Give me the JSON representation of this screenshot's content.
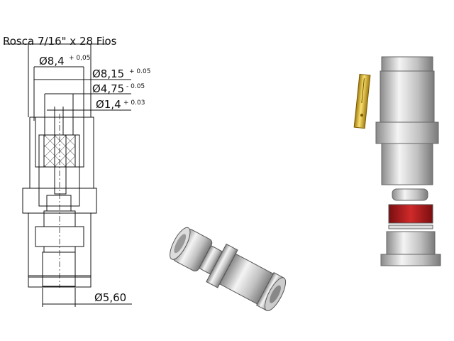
{
  "drawing": {
    "thread_label": "Rosca 7/16\" x 28 Fios",
    "dimensions": [
      {
        "value": "Ø8,4",
        "tolerance": "+ 0,05"
      },
      {
        "value": "Ø8,15",
        "tolerance": "+ 0.05"
      },
      {
        "value": "Ø4,75",
        "tolerance": "- 0.05"
      },
      {
        "value": "Ø1,4",
        "tolerance": "+ 0.03"
      },
      {
        "value": "Ø5,60",
        "tolerance": ""
      }
    ]
  },
  "colors": {
    "gold": "#d8b020",
    "red": "#b0181c",
    "steel": "#c8c8c8"
  }
}
